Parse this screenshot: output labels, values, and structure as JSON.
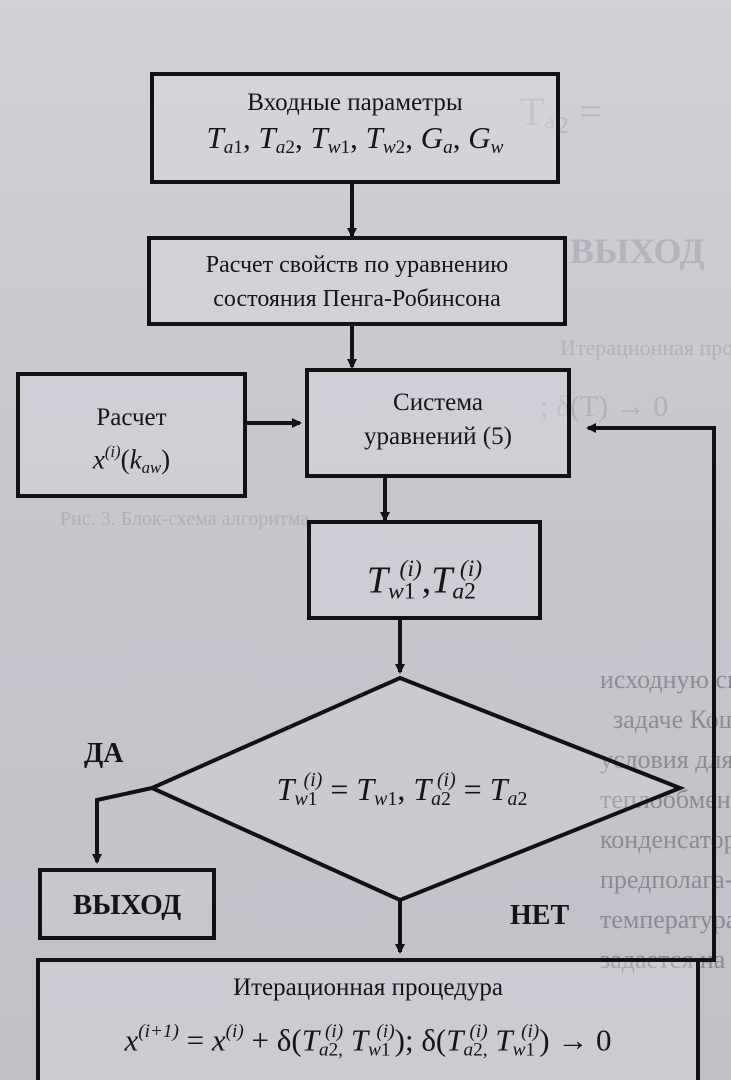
{
  "flowchart": {
    "input_box": {
      "title": "Входные параметры"
    },
    "properties_box": {
      "line1": "Расчет свойств по уравнению",
      "line2": "состояния Пенга-Робинсона"
    },
    "calc_box": {
      "line1": "Расчет"
    },
    "system_box": {
      "line1": "Система",
      "line2": "уравнений (5)"
    },
    "decision": {
      "yes_label": "ДА",
      "no_label": "НЕТ"
    },
    "exit_box": {
      "label": "ВЫХОД"
    },
    "iteration_box": {
      "title": "Итерационная процедура"
    }
  }
}
